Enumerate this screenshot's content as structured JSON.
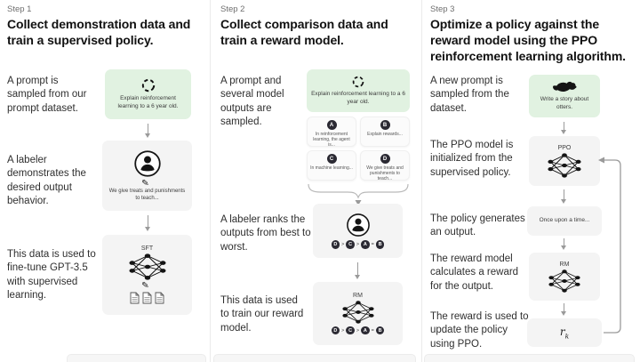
{
  "diagram": {
    "steps": [
      {
        "label": "Step 1",
        "title": "Collect demonstration data and train a supervised policy.",
        "item1_text": "A prompt is sampled from our prompt dataset.",
        "prompt_caption": "Explain reinforcement learning to a 6 year old.",
        "item2_text": "A labeler demonstrates the desired output behavior.",
        "labeler_caption": "We give treats and punishments to teach...",
        "item3_text": "This data is used to fine-tune GPT-3.5 with supervised learning.",
        "model_label": "SFT"
      },
      {
        "label": "Step 2",
        "title": "Collect comparison data and train a reward model.",
        "item1_text": "A prompt and several model outputs are sampled.",
        "prompt_caption": "Explain reinforcement learning to a 6 year old.",
        "outputs": [
          {
            "letter": "A",
            "caption": "In reinforcement learning, the agent is..."
          },
          {
            "letter": "B",
            "caption": "Explain rewards..."
          },
          {
            "letter": "C",
            "caption": "In machine learning..."
          },
          {
            "letter": "D",
            "caption": "We give treats and punishments to teach..."
          }
        ],
        "item2_text": "A labeler ranks the outputs from best to worst.",
        "ranking": {
          "letters": [
            "D",
            "C",
            "A",
            "B"
          ],
          "separators": [
            ">",
            ">",
            "="
          ]
        },
        "item3_text": "This data is used to train our reward model.",
        "model_label": "RM"
      },
      {
        "label": "Step 3",
        "title": "Optimize a policy against the reward model using the PPO reinforcement learning algorithm.",
        "item1_text": "A new prompt is sampled from the dataset.",
        "prompt_caption": "Write a story about otters.",
        "item2_text": "The PPO model is initialized from the supervised policy.",
        "ppo_label": "PPO",
        "item3_text": "The policy generates an output.",
        "output_caption": "Once upon a time...",
        "item4_text": "The reward model calculates a reward for the output.",
        "rm_label": "RM",
        "item5_text": "The reward is used to update the policy using PPO.",
        "reward_symbol": "r",
        "reward_symbol_sub": "k"
      }
    ],
    "colors": {
      "prompt_green": "#e1f2e1",
      "box_grey": "#f4f4f4",
      "accent_dark": "#2b2a33",
      "arrow_grey": "#9a9a9a"
    }
  }
}
